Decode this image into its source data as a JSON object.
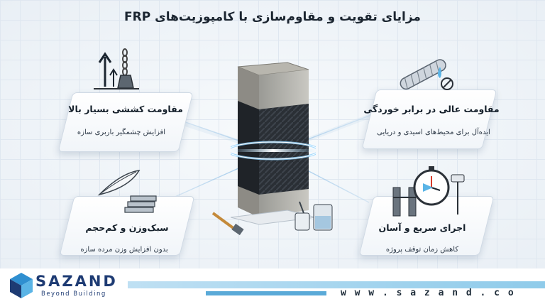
{
  "title": "مزایای تقویت و مقاوم‌سازی با کامپوزیت‌های FRP",
  "benefits": {
    "tensile": {
      "label": "مقاومت کششی بسیار بالا",
      "sub": "افزایش چشمگیر باربری سازه"
    },
    "corrosion": {
      "label": "مقاومت عالی در برابر خوردگی",
      "sub": "ایده‌آل برای محیط‌های اسیدی و دریایی"
    },
    "light": {
      "label": "سبک‌وزن و کم‌حجم",
      "sub": "بدون افزایش وزن مرده سازه"
    },
    "fast": {
      "label": "اجرای سریع و آسان",
      "sub": "کاهش زمان توقف پروژه"
    }
  },
  "footer": {
    "brand": "SAZAND",
    "tagline": "Beyond Building",
    "website": "www.sazand.co"
  },
  "colors": {
    "brand": "#1e3b73",
    "accent": "#5aaad8",
    "glow": "#9fd8ff"
  }
}
